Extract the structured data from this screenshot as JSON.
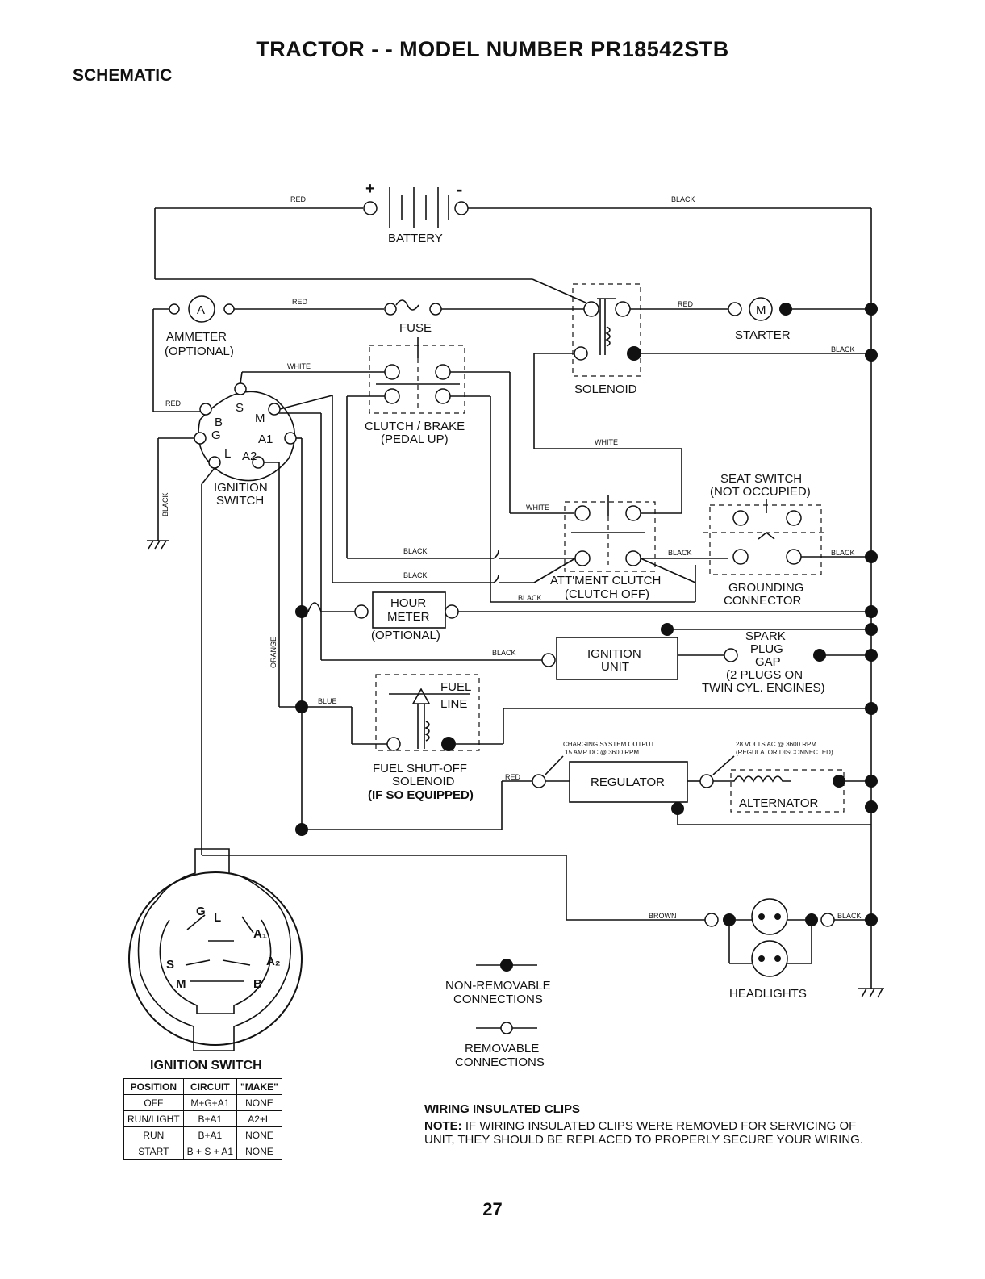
{
  "header": {
    "title": "TRACTOR - - MODEL NUMBER PR18542STB",
    "section": "SCHEMATIC"
  },
  "components": {
    "battery": "BATTERY",
    "battery_plus": "+",
    "battery_minus": "-",
    "ammeter": "AMMETER",
    "ammeter_optional": "(OPTIONAL)",
    "ammeter_symbol": "A",
    "fuse": "FUSE",
    "solenoid": "SOLENOID",
    "starter": "STARTER",
    "starter_symbol": "M",
    "clutch_brake": "CLUTCH / BRAKE",
    "clutch_brake_sub": "(PEDAL UP)",
    "ignition_switch_1": "IGNITION",
    "ignition_switch_2": "SWITCH",
    "seat_switch": "SEAT SWITCH",
    "seat_switch_sub": "(NOT OCCUPIED)",
    "grounding_1": "GROUNDING",
    "grounding_2": "CONNECTOR",
    "attment_clutch": "ATT'MENT CLUTCH",
    "attment_clutch_sub": "(CLUTCH OFF)",
    "hour_meter_1": "HOUR",
    "hour_meter_2": "METER",
    "hour_meter_optional": "(OPTIONAL)",
    "ignition_unit_1": "IGNITION",
    "ignition_unit_2": "UNIT",
    "spark_1": "SPARK",
    "spark_2": "PLUG",
    "spark_3": "GAP",
    "spark_4": "(2 PLUGS ON",
    "spark_5": "TWIN CYL. ENGINES)",
    "fuel_1": "FUEL",
    "fuel_2": "LINE",
    "fuel_sol_1": "FUEL SHUT-OFF",
    "fuel_sol_2": "SOLENOID",
    "fuel_sol_3": "(IF SO EQUIPPED)",
    "charging_1": "CHARGING SYSTEM OUTPUT",
    "charging_2": "15 AMP DC @ 3600 RPM",
    "volts_1": "28 VOLTS AC @ 3600 RPM",
    "volts_2": "(REGULATOR DISCONNECTED)",
    "regulator": "REGULATOR",
    "alternator": "ALTERNATOR",
    "headlights": "HEADLIGHTS"
  },
  "switch_terminals": {
    "b": "B",
    "s": "S",
    "m": "M",
    "g": "G",
    "a1": "A1",
    "l": "L",
    "a2": "A2"
  },
  "switch_face": {
    "g": "G",
    "l": "L",
    "a1": "A₁",
    "a2": "A₂",
    "s": "S",
    "m": "M",
    "b": "B"
  },
  "wire_colors": {
    "red": "RED",
    "black": "BLACK",
    "white": "WHITE",
    "orange": "ORANGE",
    "blue": "BLUE",
    "brown": "BROWN"
  },
  "legend": {
    "non_removable_1": "NON-REMOVABLE",
    "non_removable_2": "CONNECTIONS",
    "removable_1": "REMOVABLE",
    "removable_2": "CONNECTIONS"
  },
  "ignition_table": {
    "title": "IGNITION SWITCH",
    "headers": [
      "POSITION",
      "CIRCUIT",
      "\"MAKE\""
    ],
    "rows": [
      [
        "OFF",
        "M+G+A1",
        "NONE"
      ],
      [
        "RUN/LIGHT",
        "B+A1",
        "A2+L"
      ],
      [
        "RUN",
        "B+A1",
        "NONE"
      ],
      [
        "START",
        "B + S + A1",
        "NONE"
      ]
    ]
  },
  "note": {
    "title": "WIRING INSULATED CLIPS",
    "label": "NOTE:",
    "text": " IF WIRING INSULATED CLIPS WERE REMOVED FOR SERVICING OF UNIT, THEY SHOULD BE REPLACED TO PROPERLY SECURE YOUR WIRING."
  },
  "page_number": "27"
}
